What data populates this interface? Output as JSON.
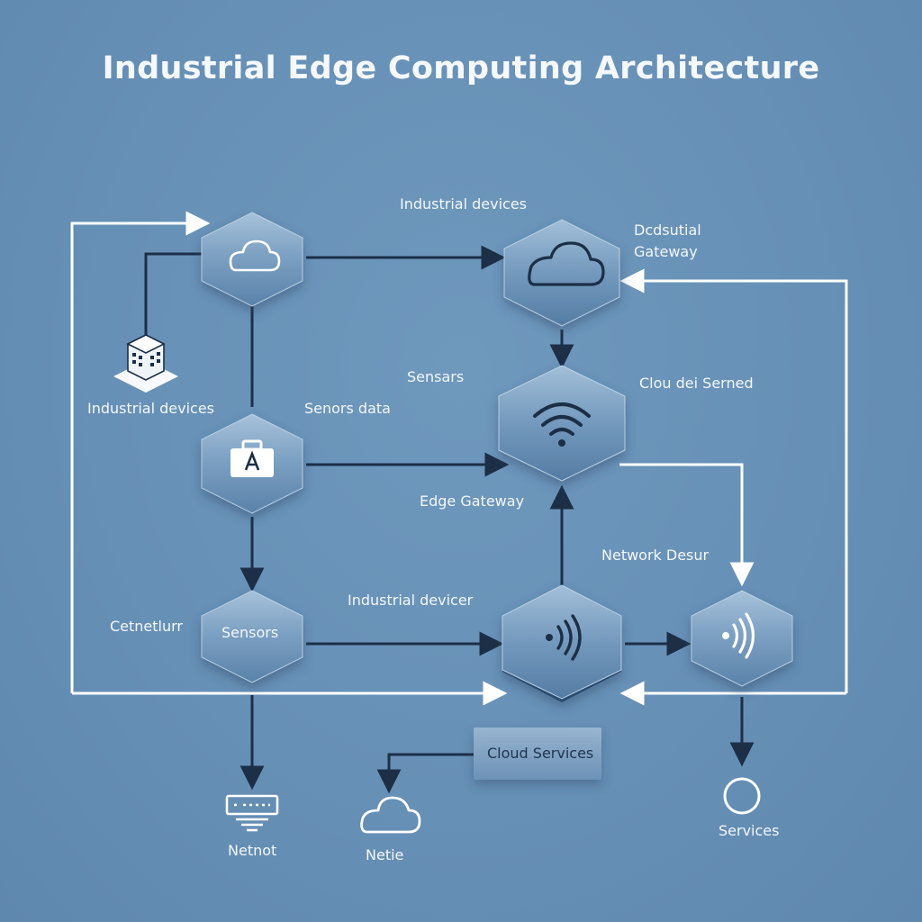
{
  "title": "Industrial Edge Computing Architecture",
  "labels": {
    "top_industrial_devices": "Industrial devices",
    "gateway_line1": "Dcdsutial",
    "gateway_line2": "Gateway",
    "left_industrial_devices": "Industrial devices",
    "sensors": "Sensars",
    "sensors_data": "Senors data",
    "cloud_served": "Clou dei Serned",
    "edge_gateway": "Edge Gateway",
    "network_desur": "Network Desur",
    "industrial_devicer": "Industrial devicer",
    "cetnethurr": "Cetnetlurr",
    "sensors_node": "Sensors",
    "cloud_services": "Cloud Services",
    "netnot": "Netnot",
    "netie": "Netie",
    "services": "Services"
  },
  "colors": {
    "background": "#6790b6",
    "node_fill": "#5c84ab",
    "node_light": "#9cb9d4",
    "arrow_dark": "#1c2f47",
    "arrow_light": "#ffffff"
  },
  "icons": {
    "node_top_left": "cloud-icon",
    "node_top_right": "cloud-icon",
    "node_center_right": "wifi-icon",
    "node_mid_left": "briefcase-icon",
    "node_bottom_center": "signal-icon",
    "node_bottom_right": "signal-icon",
    "left_device": "building-icon",
    "bottom_left": "router-icon",
    "bottom_center": "cloud-icon",
    "bottom_right": "circle-icon"
  }
}
